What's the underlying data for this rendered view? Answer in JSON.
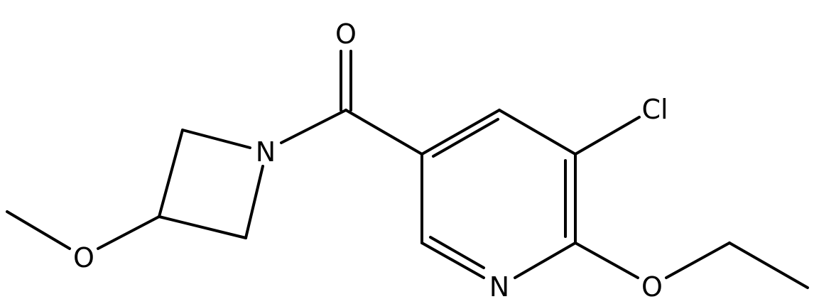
{
  "molecule": {
    "atoms": {
      "carbonyl_oxygen": "O",
      "azetidine_nitrogen": "N",
      "methoxy_oxygen": "O",
      "chlorine": "Cl",
      "pyridine_nitrogen": "N",
      "ethoxy_oxygen": "O"
    }
  }
}
